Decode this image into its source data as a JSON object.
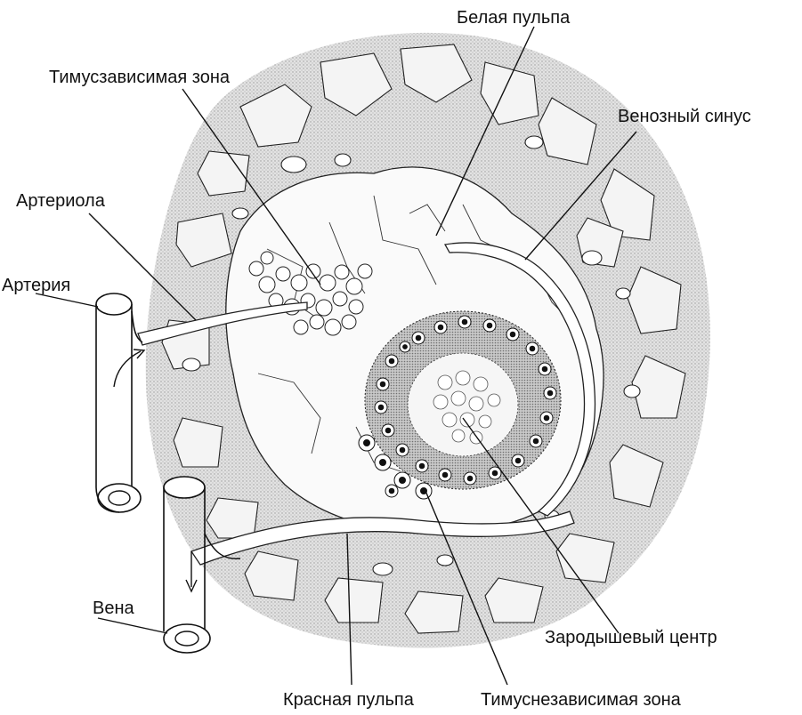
{
  "labels": {
    "white_pulp": "Белая пульпа",
    "thymus_dependent_zone": "Тимусзависимая зона",
    "venous_sinus": "Венозный синус",
    "arteriole": "Артериола",
    "artery": "Артерия",
    "vein": "Вена",
    "germinal_center": "Зародышевый центр",
    "red_pulp": "Красная пульпа",
    "thymus_independent_zone": "Тимуснезависимая зона"
  },
  "colors": {
    "ink": "#111111",
    "stipple": "#d4d4d4",
    "stipple_dark": "#b8b8b8",
    "white": "#ffffff"
  }
}
